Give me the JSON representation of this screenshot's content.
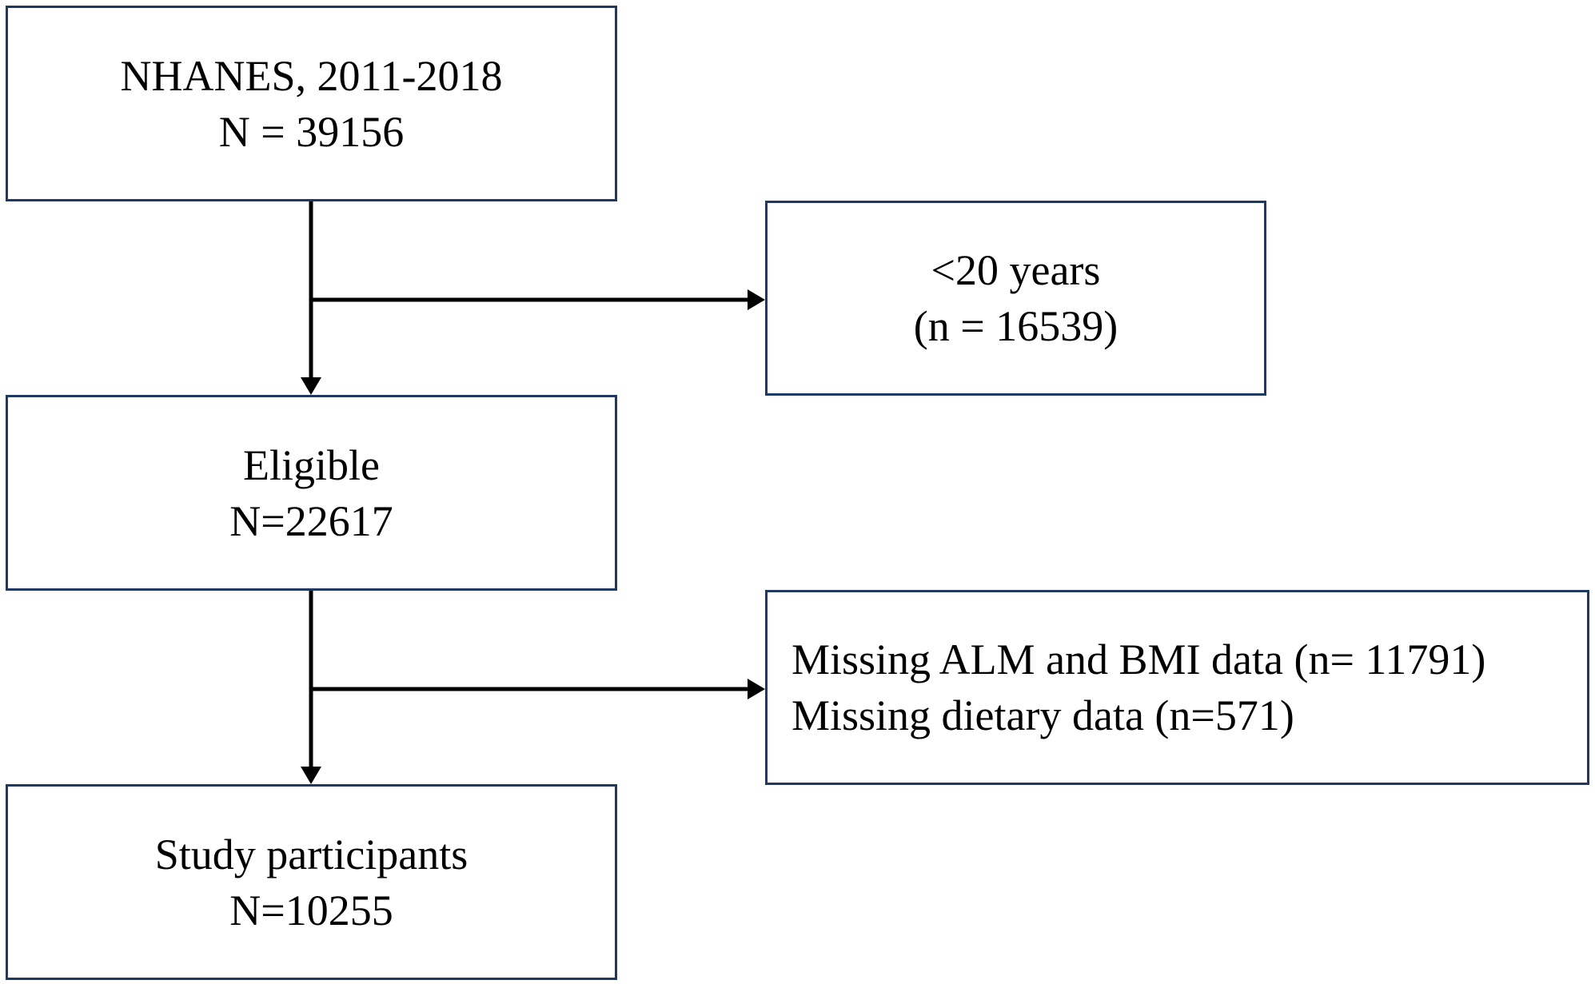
{
  "flowchart": {
    "nhanes": {
      "line1": "NHANES, 2011-2018",
      "line2": "N = 39156"
    },
    "excluded_age": {
      "line1": "<20 years",
      "line2": "(n = 16539)"
    },
    "eligible": {
      "line1": "Eligible",
      "line2": "N=22617"
    },
    "excluded_missing": {
      "line1": "Missing ALM and BMI data (n= 11791)",
      "line2": "Missing dietary data (n=571)"
    },
    "study": {
      "line1": "Study participants",
      "line2": "N=10255"
    }
  },
  "colors": {
    "box_border": "#1f3864",
    "arrow": "#000000",
    "text": "#000000"
  }
}
